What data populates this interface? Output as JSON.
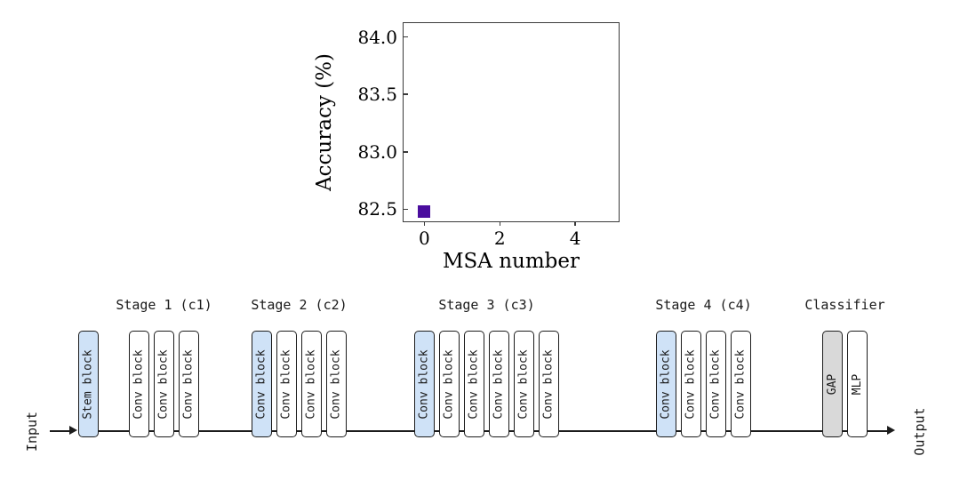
{
  "chart_data": {
    "type": "scatter",
    "title": "",
    "xlabel": "MSA number",
    "ylabel": "Accuracy (%)",
    "xlim": [
      -0.55,
      5.2
    ],
    "ylim": [
      82.38,
      84.12
    ],
    "xticks": [
      "0",
      "2",
      "4"
    ],
    "xtick_values": [
      0,
      2,
      4
    ],
    "yticks": [
      "82.5",
      "83.0",
      "83.5",
      "84.0"
    ],
    "ytick_values": [
      82.5,
      83.0,
      83.5,
      84.0
    ],
    "grid": false,
    "legend": null,
    "marker_color": "#4a0d9e",
    "marker_style": "square",
    "points": [
      {
        "x": 0,
        "y": 82.48
      }
    ]
  },
  "diagram": {
    "input_label": "Input",
    "output_label": "Output",
    "stage_headers": [
      {
        "label": "Stage 1 (c1)"
      },
      {
        "label": "Stage 2 (c2)"
      },
      {
        "label": "Stage 3 (c3)"
      },
      {
        "label": "Stage 4 (c4)"
      },
      {
        "label": "Classifier"
      }
    ],
    "blocks": [
      {
        "label": "Stem block",
        "fill": "blue"
      },
      {
        "label": "Conv block",
        "fill": "white"
      },
      {
        "label": "Conv block",
        "fill": "white"
      },
      {
        "label": "Conv block",
        "fill": "white"
      },
      {
        "label": "Conv block",
        "fill": "blue"
      },
      {
        "label": "Conv block",
        "fill": "white"
      },
      {
        "label": "Conv block",
        "fill": "white"
      },
      {
        "label": "Conv block",
        "fill": "white"
      },
      {
        "label": "Conv block",
        "fill": "blue"
      },
      {
        "label": "Conv block",
        "fill": "white"
      },
      {
        "label": "Conv block",
        "fill": "white"
      },
      {
        "label": "Conv block",
        "fill": "white"
      },
      {
        "label": "Conv block",
        "fill": "white"
      },
      {
        "label": "Conv block",
        "fill": "white"
      },
      {
        "label": "Conv block",
        "fill": "blue"
      },
      {
        "label": "Conv block",
        "fill": "white"
      },
      {
        "label": "Conv block",
        "fill": "white"
      },
      {
        "label": "Conv block",
        "fill": "white"
      },
      {
        "label": "GAP",
        "fill": "gray"
      },
      {
        "label": "MLP",
        "fill": "white"
      }
    ],
    "colors": {
      "blue_fill": "#cfe2f7",
      "gray_fill": "#d9d9d9",
      "outline": "#1c1c1c"
    }
  }
}
